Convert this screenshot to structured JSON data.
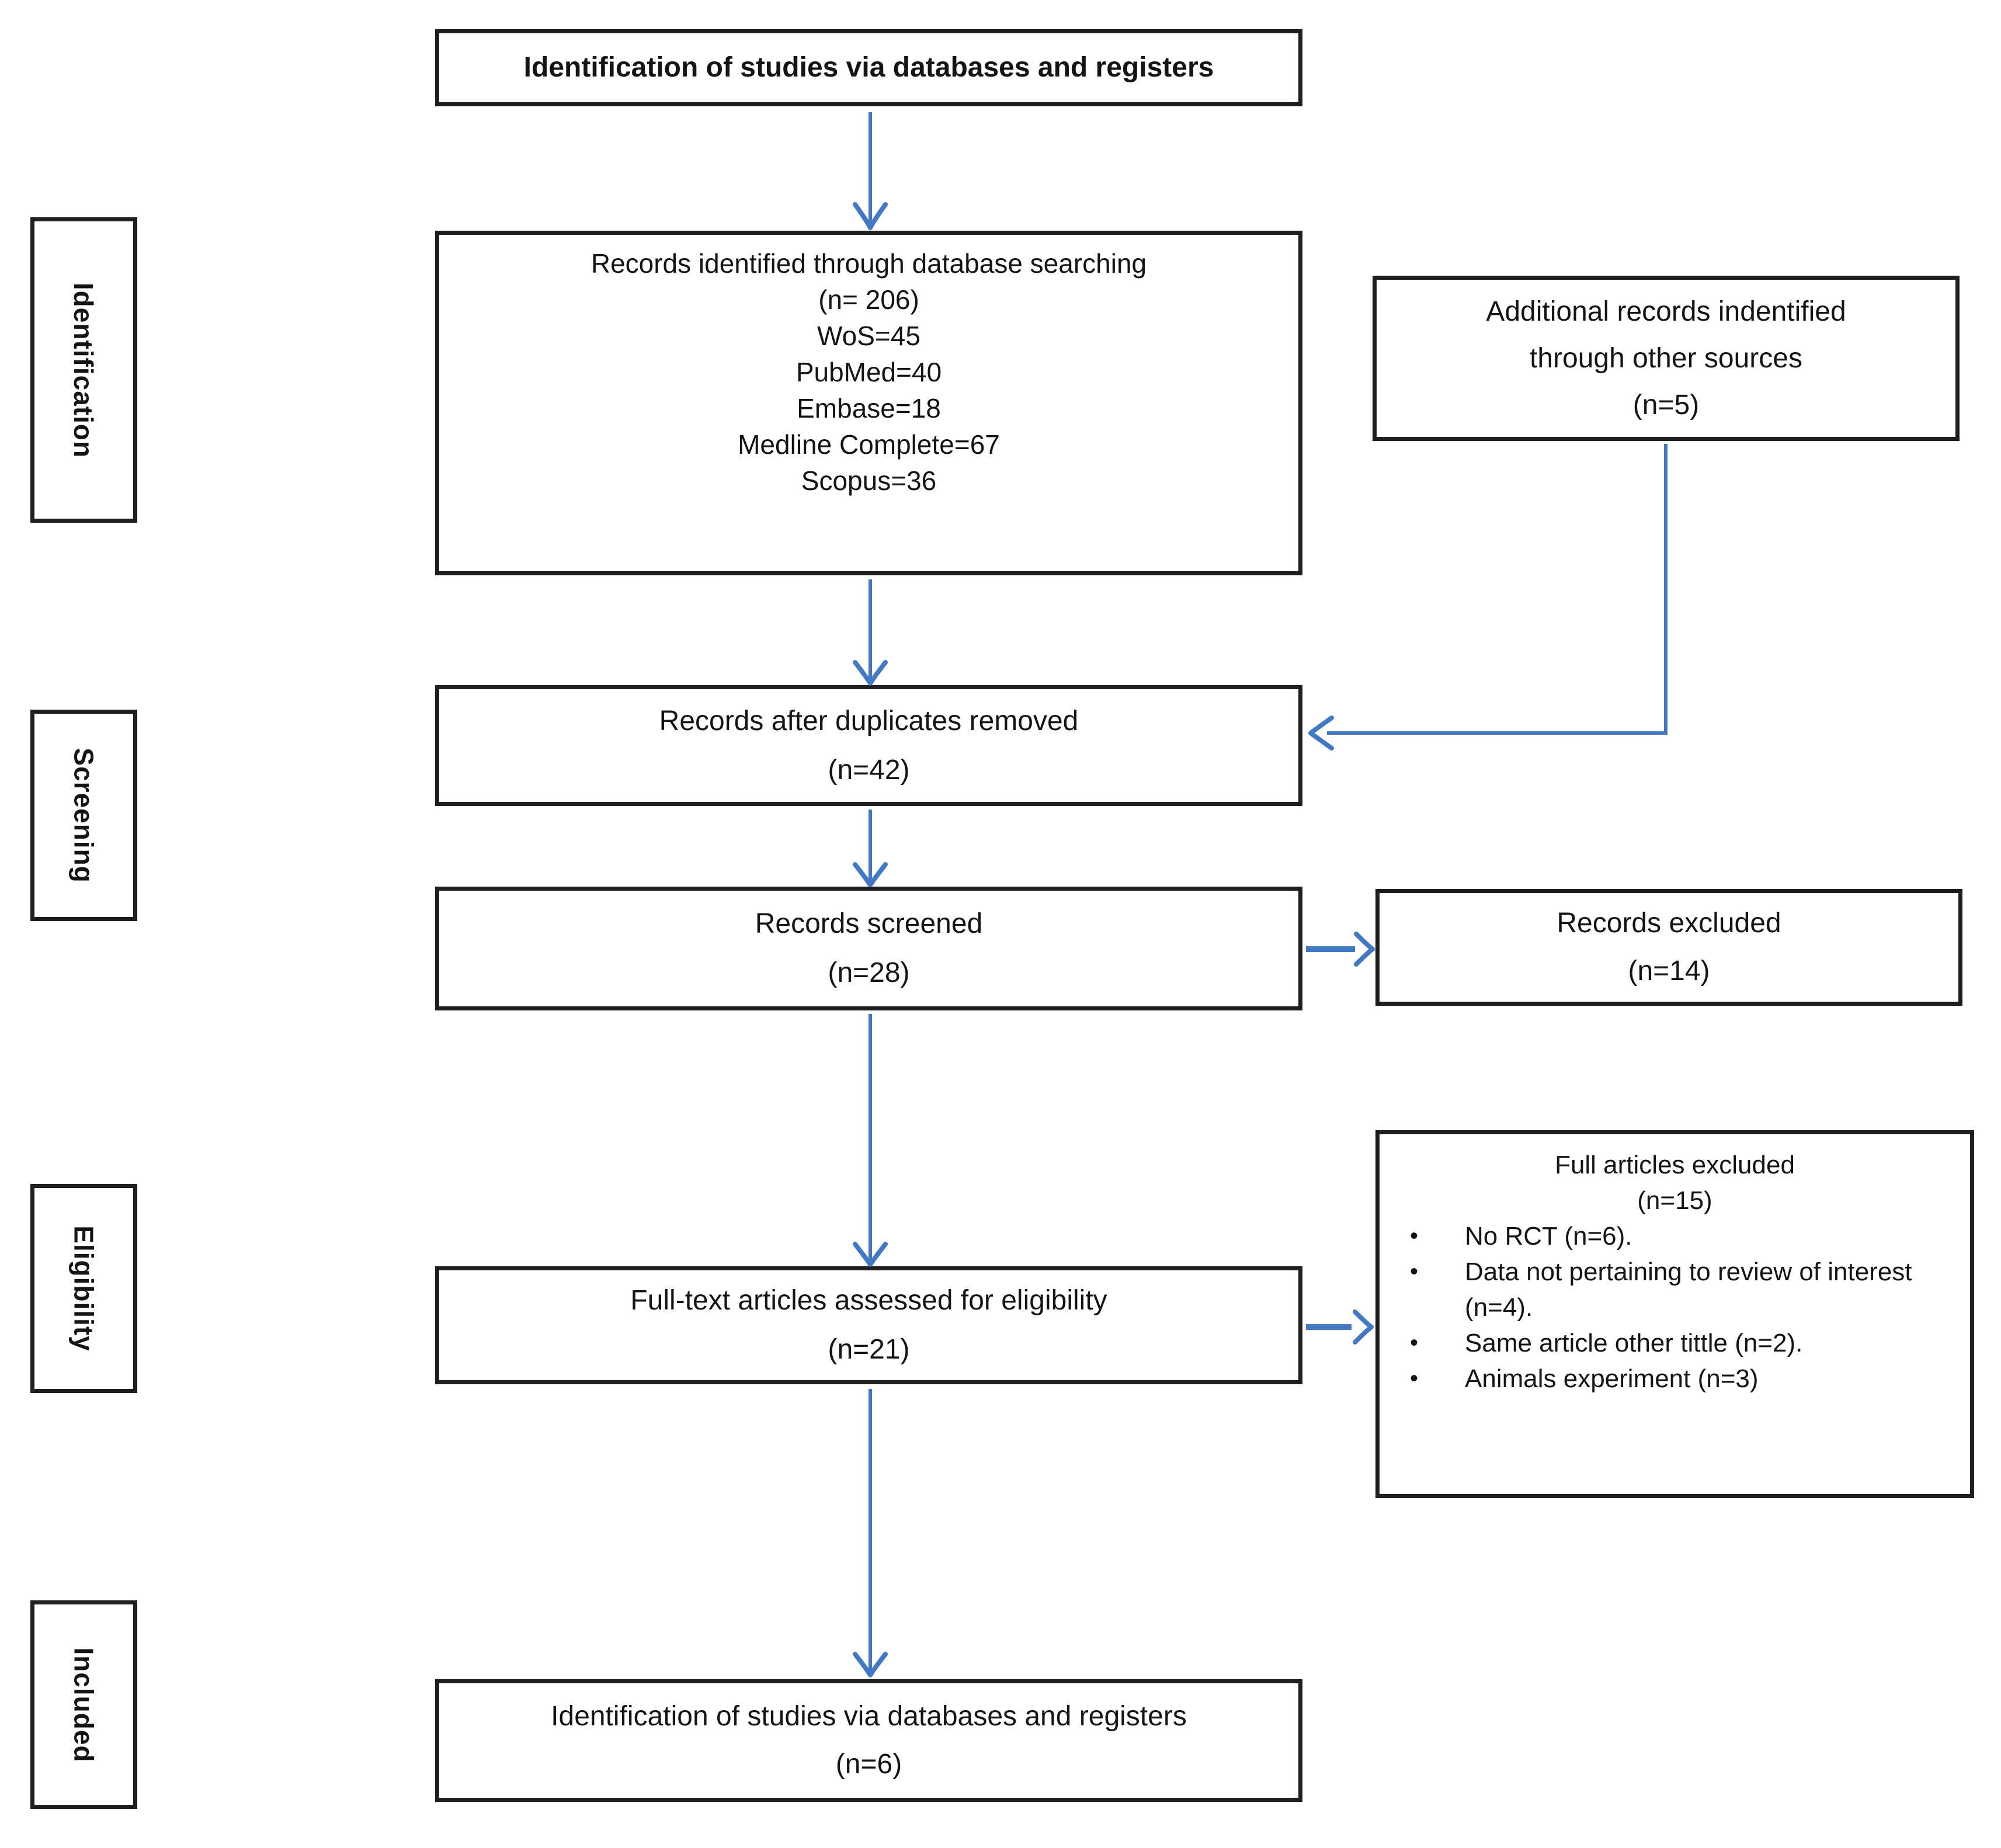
{
  "colors": {
    "arrow": "#4379c4",
    "border": "#1f1f1f",
    "text": "#141414",
    "background": "#ffffff"
  },
  "banner": {
    "text": "Identification of studies via databases and registers"
  },
  "stages": {
    "identification": "Identification",
    "screening": "Screening",
    "eligibility": "Eligibility",
    "included": "Included"
  },
  "boxes": {
    "identified": {
      "title": "Records identified through database searching",
      "count": "(n= 206)",
      "sources": [
        "WoS=45",
        "PubMed=40",
        "Embase=18",
        "Medline Complete=67",
        "Scopus=36"
      ]
    },
    "additional": {
      "line1": "Additional records indentified",
      "line2": "through other sources",
      "count": "(n=5)"
    },
    "duplicates": {
      "title": "Records after duplicates removed",
      "count": "(n=42)"
    },
    "screened": {
      "title": "Records screened",
      "count": "(n=28)"
    },
    "excluded": {
      "title": "Records excluded",
      "count": "(n=14)"
    },
    "fulltext": {
      "title": "Full-text articles assessed for eligibility",
      "count": "(n=21)"
    },
    "full_excluded": {
      "title": "Full articles excluded",
      "count": "(n=15)",
      "reasons": [
        "No RCT (n=6).",
        "Data not pertaining to review of interest (n=4).",
        "Same article other tittle (n=2).",
        "Animals experiment (n=3)"
      ]
    },
    "included": {
      "title": "Identification of studies via databases and registers",
      "count": "(n=6)"
    }
  }
}
